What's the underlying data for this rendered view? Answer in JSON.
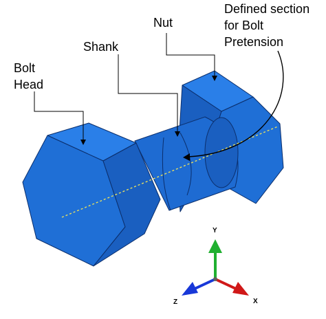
{
  "labels": {
    "nut": "Nut",
    "shank": "Shank",
    "bolt_head_line1": "Bolt",
    "bolt_head_line2": "Head",
    "section_line1": "Defined section",
    "section_line2": "for Bolt",
    "section_line3": "Pretension"
  },
  "axes": {
    "y": "Y",
    "x": "X",
    "z": "Z"
  },
  "colors": {
    "part_front_face": "#1F6FD6",
    "part_side_face": "#1A5FC0",
    "part_top_face": "#2A7FE8",
    "part_edge": "#0B2E6B",
    "centerline": "#E8E060",
    "axis_y": "#20B030",
    "axis_x": "#D01818",
    "axis_z": "#1838D8"
  }
}
